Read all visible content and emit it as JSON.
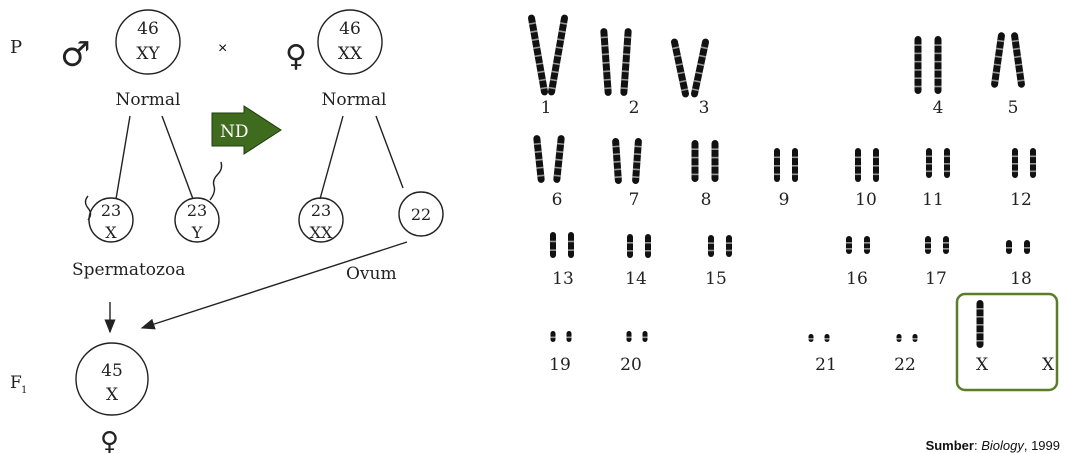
{
  "cross": {
    "generation_p": "P",
    "generation_f1_main": "F",
    "generation_f1_sub": "1",
    "male_symbol": "♂",
    "female_symbol": "♀",
    "cross_symbol": "×",
    "father": {
      "count": "46",
      "chromosomes": "XY",
      "label": "Normal"
    },
    "mother": {
      "count": "46",
      "chromosomes": "XX",
      "label": "Normal"
    },
    "nondisjunction_label": "ND",
    "sperm": [
      {
        "count": "23",
        "chromosomes": "X"
      },
      {
        "count": "23",
        "chromosomes": "Y"
      }
    ],
    "ova": [
      {
        "count": "23",
        "chromosomes": "XX"
      },
      {
        "count": "22",
        "chromosomes": ""
      }
    ],
    "sperm_label": "Spermatozoa",
    "ovum_label": "Ovum",
    "offspring": {
      "count": "45",
      "chromosomes": "X",
      "symbol": "♀"
    }
  },
  "karyotype": {
    "labels": [
      "1",
      "2",
      "3",
      "4",
      "5",
      "6",
      "7",
      "8",
      "9",
      "10",
      "11",
      "12",
      "13",
      "14",
      "15",
      "16",
      "17",
      "18",
      "19",
      "20",
      "21",
      "22",
      "X",
      "X"
    ],
    "highlight_color": "#5a7d2a"
  },
  "colors": {
    "nd_arrow": "#3f6b1f",
    "nd_text": "#ffffff"
  },
  "source": {
    "label": "Sumber",
    "separator": ": ",
    "title": "Biology",
    "year": ", 1999"
  }
}
